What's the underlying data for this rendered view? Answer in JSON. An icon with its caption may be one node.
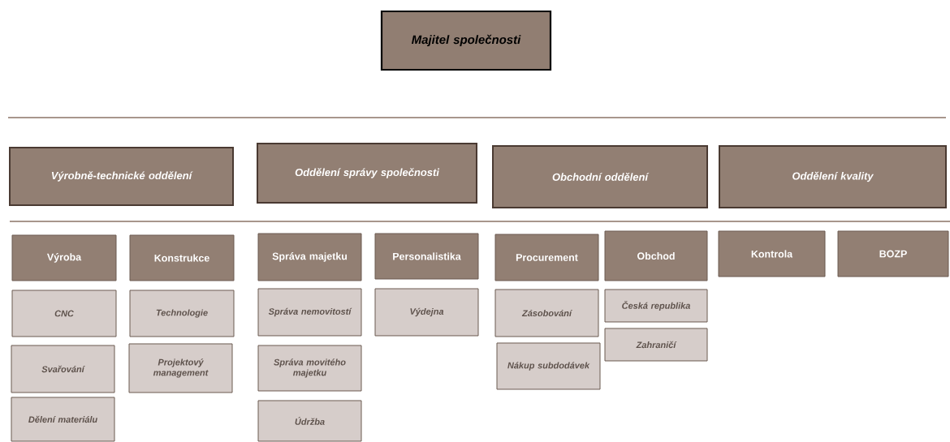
{
  "diagram": {
    "nodes": [
      {
        "text": [
          "Majitel společnosti"
        ]
      },
      {
        "text": [
          "Výrobně-technické oddělení"
        ]
      },
      {
        "text": [
          "Oddělení správy společnosti"
        ]
      },
      {
        "text": [
          "Obchodní oddělení"
        ]
      },
      {
        "text": [
          "Oddělení kvality"
        ]
      },
      {
        "text": [
          "Výroba"
        ]
      },
      {
        "text": [
          "Konstrukce"
        ]
      },
      {
        "text": [
          "Správa majetku"
        ]
      },
      {
        "text": [
          "Personalistika"
        ]
      },
      {
        "text": [
          "Procurement"
        ]
      },
      {
        "text": [
          "Obchod"
        ]
      },
      {
        "text": [
          "Kontrola"
        ]
      },
      {
        "text": [
          "BOZP"
        ]
      },
      {
        "text": [
          "CNC"
        ]
      },
      {
        "text": [
          "Technologie"
        ]
      },
      {
        "text": [
          "Správa nemovitostí"
        ]
      },
      {
        "text": [
          "Výdejna"
        ]
      },
      {
        "text": [
          "Zásobování"
        ]
      },
      {
        "text": [
          "Česká republika"
        ]
      },
      {
        "text": [
          "Svařování"
        ]
      },
      {
        "text": [
          "Projektový management"
        ]
      },
      {
        "text": [
          "Správa movitého majetku"
        ]
      },
      {
        "text": [
          "Nákup subdodávek"
        ]
      },
      {
        "text": [
          "Zahraničí"
        ]
      },
      {
        "text": [
          "Dělení materiálu"
        ]
      },
      {
        "text": [
          "Údržba"
        ]
      }
    ]
  }
}
